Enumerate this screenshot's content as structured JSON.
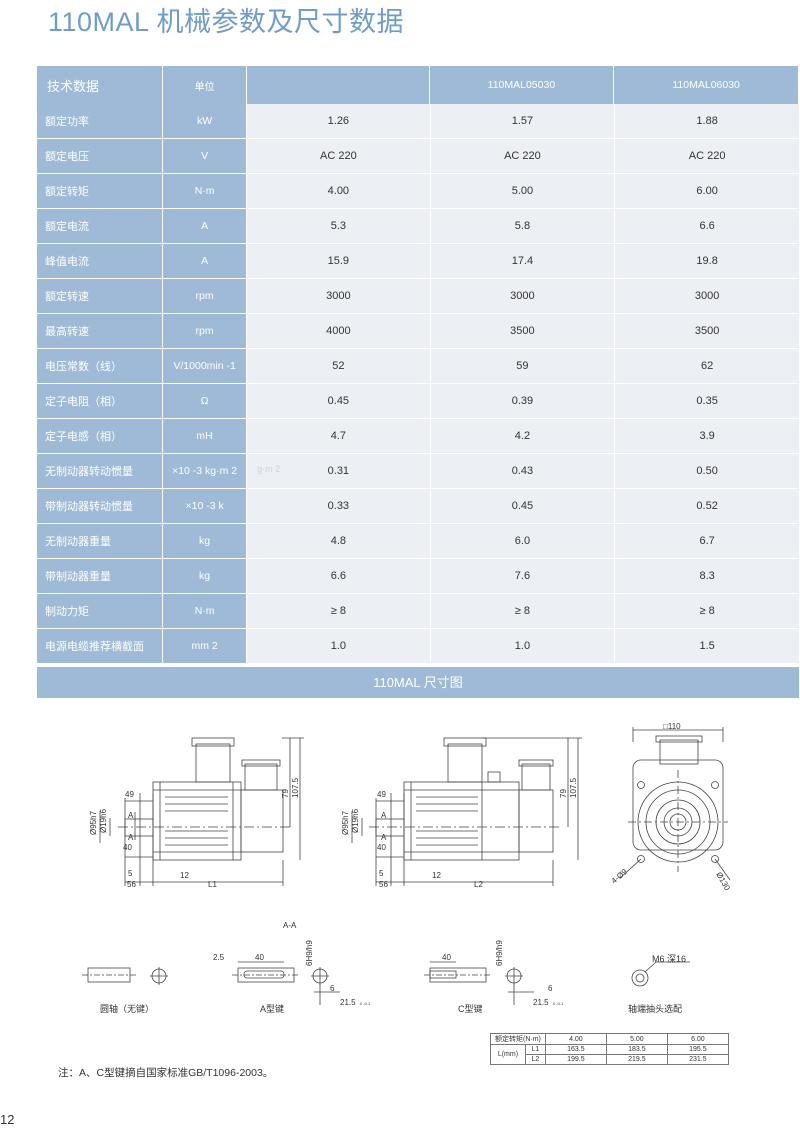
{
  "title": "110MAL  机械参数及尺寸数据",
  "spec_table": {
    "header": {
      "param": "技术数据",
      "unit": "单位",
      "models": [
        "",
        "110MAL05030",
        "110MAL06030"
      ]
    },
    "rows": [
      {
        "param": "额定功率",
        "unit": "kW",
        "values": [
          "1.26",
          "1.57",
          "1.88"
        ]
      },
      {
        "param": "额定电压",
        "unit": "V",
        "values": [
          "AC 220",
          "AC 220",
          "AC 220"
        ]
      },
      {
        "param": "额定转矩",
        "unit": "N·m",
        "values": [
          "4.00",
          "5.00",
          "6.00"
        ]
      },
      {
        "param": "额定电流",
        "unit": "A",
        "values": [
          "5.3",
          "5.8",
          "6.6"
        ]
      },
      {
        "param": "峰值电流",
        "unit": "A",
        "values": [
          "15.9",
          "17.4",
          "19.8"
        ]
      },
      {
        "param": "额定转速",
        "unit": "rpm",
        "values": [
          "3000",
          "3000",
          "3000"
        ]
      },
      {
        "param": "最高转速",
        "unit": "rpm",
        "values": [
          "4000",
          "3500",
          "3500"
        ]
      },
      {
        "param": "电压常数（线）",
        "unit": "V/1000min -1",
        "values": [
          "52",
          "59",
          "62"
        ]
      },
      {
        "param": "定子电阻（相）",
        "unit": "Ω",
        "values": [
          "0.45",
          "0.39",
          "0.35"
        ]
      },
      {
        "param": "定子电感（相）",
        "unit": "mH",
        "values": [
          "4.7",
          "4.2",
          "3.9"
        ]
      },
      {
        "param": "无制动器转动惯量",
        "unit": "×10 -3 kg·m 2",
        "values": [
          "0.31",
          "0.43",
          "0.50"
        ]
      },
      {
        "param": "带制动器转动惯量",
        "unit": "×10 -3 k",
        "values": [
          "0.33",
          "0.45",
          "0.52"
        ]
      },
      {
        "param": "无制动器重量",
        "unit": "kg",
        "values": [
          "4.8",
          "6.0",
          "6.7"
        ]
      },
      {
        "param": "带制动器重量",
        "unit": "kg",
        "values": [
          "6.6",
          "7.6",
          "8.3"
        ]
      },
      {
        "param": "制动力矩",
        "unit": "N·m",
        "values": [
          "≥ 8",
          "≥ 8",
          "≥ 8"
        ]
      },
      {
        "param": "电源电缆推荐横截面",
        "unit": "mm 2",
        "values": [
          "1.0",
          "1.0",
          "1.5"
        ]
      }
    ],
    "stray_text": "g·m 2"
  },
  "dimension_section": {
    "title": "110MAL 尺寸图",
    "side_view_1": {
      "d1": "Ø95h7",
      "d2": "Ø19h6",
      "dim49": "49",
      "dimA1": "A",
      "dimA2": "A",
      "dim40": "40",
      "dim5": "5",
      "dim56": "56",
      "dim12": "12",
      "len": "L1",
      "h79": "79",
      "h107": "107.5"
    },
    "side_view_2": {
      "d1": "Ø95h7",
      "d2": "Ø19h6",
      "dim49": "49",
      "dimA1": "A",
      "dimA2": "A",
      "dim40": "40",
      "dim5": "5",
      "dim56": "56",
      "dim12": "12",
      "len": "L2",
      "h79": "79",
      "h107": "107.5"
    },
    "front_view": {
      "square": "□110",
      "holes": "4-Ø9",
      "pcd": "Ø130"
    },
    "section_label": "A-A",
    "shaft_round": {
      "caption": "圆轴（无键）"
    },
    "shaft_a": {
      "caption": "A型键",
      "dim_a": "2.5",
      "dim_b": "40",
      "tol": "6H9/h9",
      "key_w": "6",
      "key_h": "21.5",
      "key_tol": "0 -0.1"
    },
    "shaft_c": {
      "caption": "C型键",
      "dim_b": "40",
      "tol": "6H9/h9",
      "key_w": "6",
      "key_h": "21.5",
      "key_tol": "0 -0.1"
    },
    "shaft_thread": {
      "caption": "轴端抽头选配",
      "label": "M6 深16"
    }
  },
  "length_table": {
    "torque_label": "额定转矩(N·m)",
    "torques": [
      "4.00",
      "5.00",
      "6.00"
    ],
    "length_label": "L(mm)",
    "rows": [
      {
        "name": "L1",
        "values": [
          "163.5",
          "183.5",
          "195.5"
        ]
      },
      {
        "name": "L2",
        "values": [
          "199.5",
          "219.5",
          "231.5"
        ]
      }
    ]
  },
  "note": "注：A、C型键摘自国家标准GB/T1096-2003。",
  "page_number": "12",
  "colors": {
    "header_blue": "#9fbad6",
    "title_blue": "#6f9cc8",
    "cell_gray": "#eceff3"
  }
}
